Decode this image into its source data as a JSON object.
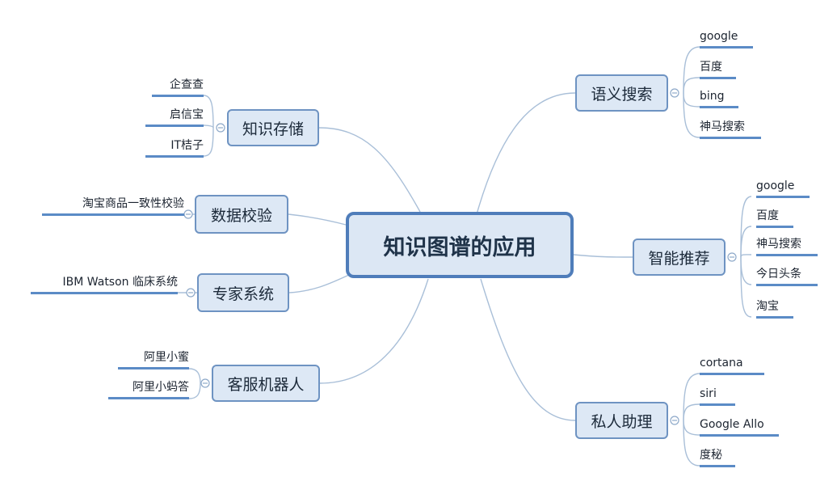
{
  "root": "知识图谱的应用",
  "branches": {
    "semantic_search": {
      "label": "语义搜索",
      "leaves": [
        "google",
        "百度",
        "bing",
        "神马搜索"
      ]
    },
    "recommendation": {
      "label": "智能推荐",
      "leaves": [
        "google",
        "百度",
        "神马搜索",
        "今日头条",
        "淘宝"
      ]
    },
    "assistant": {
      "label": "私人助理",
      "leaves": [
        "cortana",
        "siri",
        "Google Allo",
        "度秘"
      ]
    },
    "storage": {
      "label": "知识存储",
      "leaves": [
        "企查查",
        "启信宝",
        "IT桔子"
      ]
    },
    "validation": {
      "label": "数据校验",
      "leaves": [
        "淘宝商品一致性校验"
      ]
    },
    "expert": {
      "label": "专家系统",
      "leaves": [
        "IBM Watson 临床系统"
      ]
    },
    "service": {
      "label": "客服机器人",
      "leaves": [
        "阿里小蜜",
        "阿里小蚂答"
      ]
    }
  },
  "colors": {
    "line": "#a9bfd8",
    "leaf_underline": "#5b8bc6",
    "node_border": "#6e93c2",
    "node_fill": "#dde8f5",
    "root_border": "#4f7dba"
  }
}
